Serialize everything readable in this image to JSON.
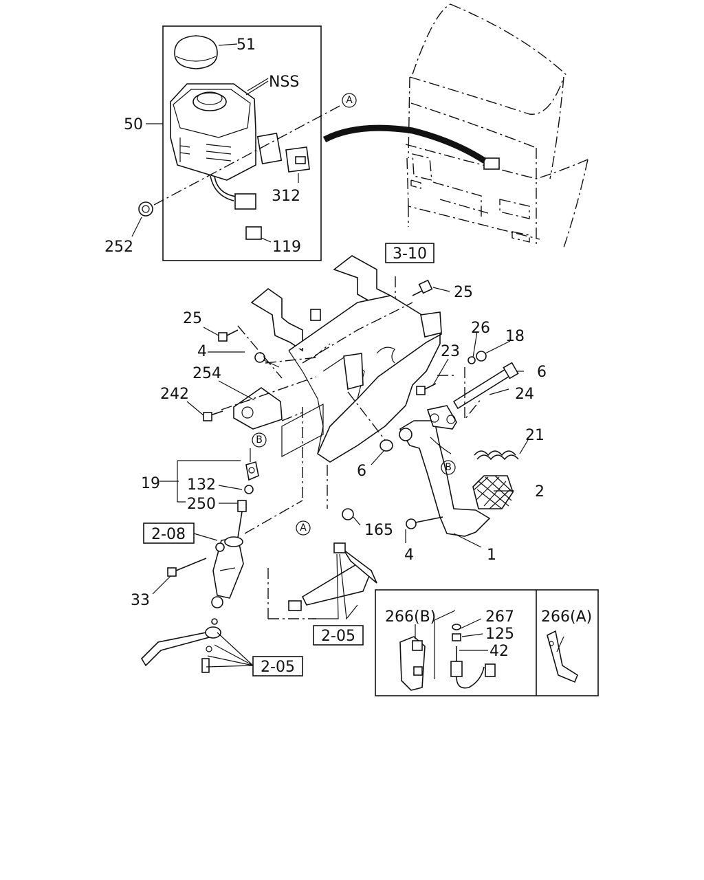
{
  "labels": {
    "p51": "51",
    "nss": "NSS",
    "p50": "50",
    "p312": "312",
    "p252": "252",
    "p119": "119",
    "ref_3_10": "3-10",
    "p25a": "25",
    "p25b": "25",
    "p26": "26",
    "p18": "18",
    "p4a": "4",
    "p23": "23",
    "p6a": "6",
    "p254": "254",
    "p24": "24",
    "p242": "242",
    "p21": "21",
    "p6b": "6",
    "p19": "19",
    "p132": "132",
    "p2": "2",
    "p250": "250",
    "p165": "165",
    "ref_2_08": "2-08",
    "p4b": "4",
    "p1": "1",
    "p33": "33",
    "ref_2_05a": "2-05",
    "ref_2_05b": "2-05",
    "p266b": "266(B)",
    "p267": "267",
    "p125": "125",
    "p42": "42",
    "p266a": "266(A)"
  },
  "markers": {
    "a_top": "A",
    "b_left": "B",
    "b_right": "B",
    "a_hose": "A"
  }
}
